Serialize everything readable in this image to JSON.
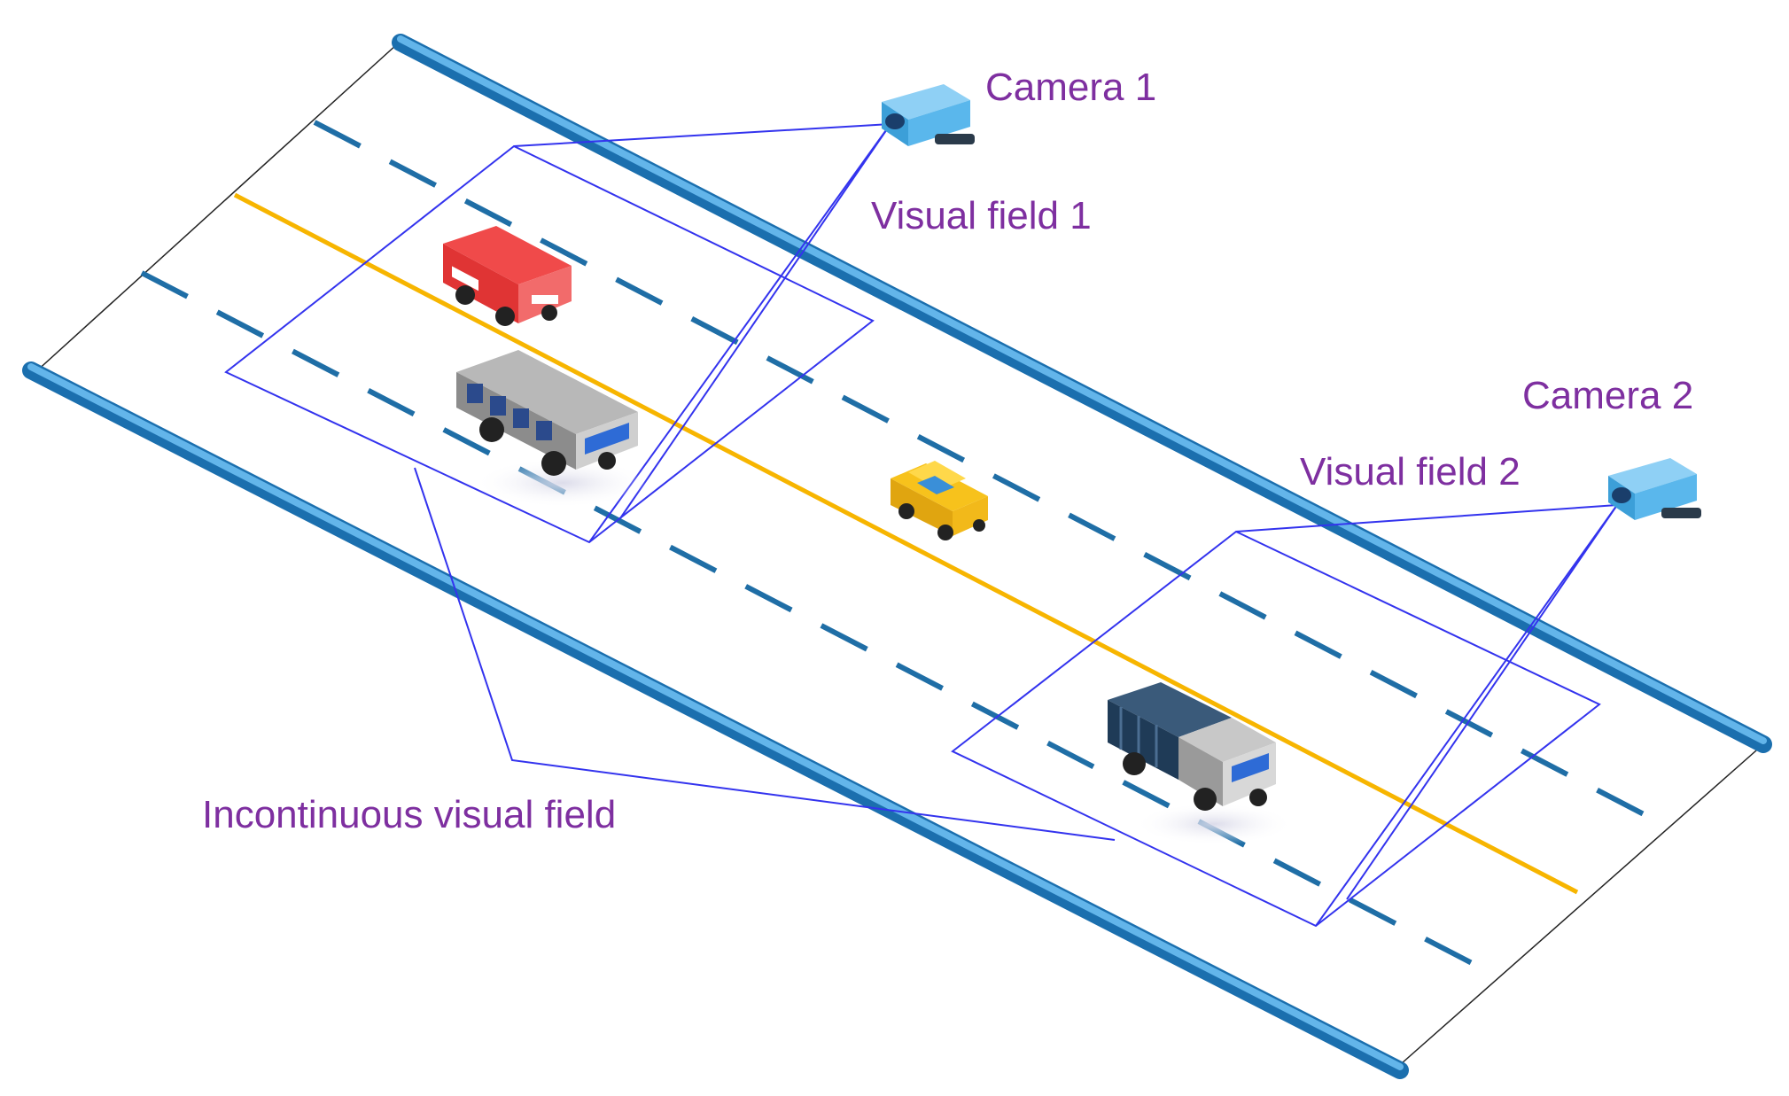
{
  "labels": {
    "camera1": "Camera 1",
    "visual_field1": "Visual field 1",
    "camera2": "Camera 2",
    "visual_field2": "Visual field 2",
    "incontinuous": "Incontinuous visual field"
  },
  "colors": {
    "label_text": "#7e2fa0",
    "guardrail": "#2f8fd0",
    "lane_dash": "#1f6ea6",
    "center_line": "#f7b500",
    "field_line": "#3333ee",
    "road_edge": "#222222"
  },
  "icons": {
    "camera": "surveillance-camera-icon",
    "red_vehicle": "red-van-icon",
    "bus": "gray-bus-icon",
    "car": "yellow-car-icon",
    "truck": "cargo-truck-icon"
  }
}
